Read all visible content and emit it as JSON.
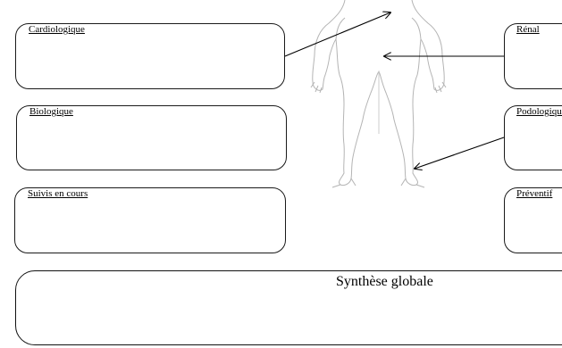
{
  "boxes": {
    "cardio": "Cardiologique",
    "bio": "Biologique",
    "suivis": "Suivis en cours",
    "renal": "Rénal",
    "podo": "Podologique",
    "prev": "Préventif"
  },
  "synthese": {
    "title": "Synthèse globale"
  },
  "colors": {
    "border": "#1a1a1a",
    "figure_outline": "#b4b4b4"
  },
  "icons": [
    "body-outline-icon",
    "arrow-icon"
  ]
}
